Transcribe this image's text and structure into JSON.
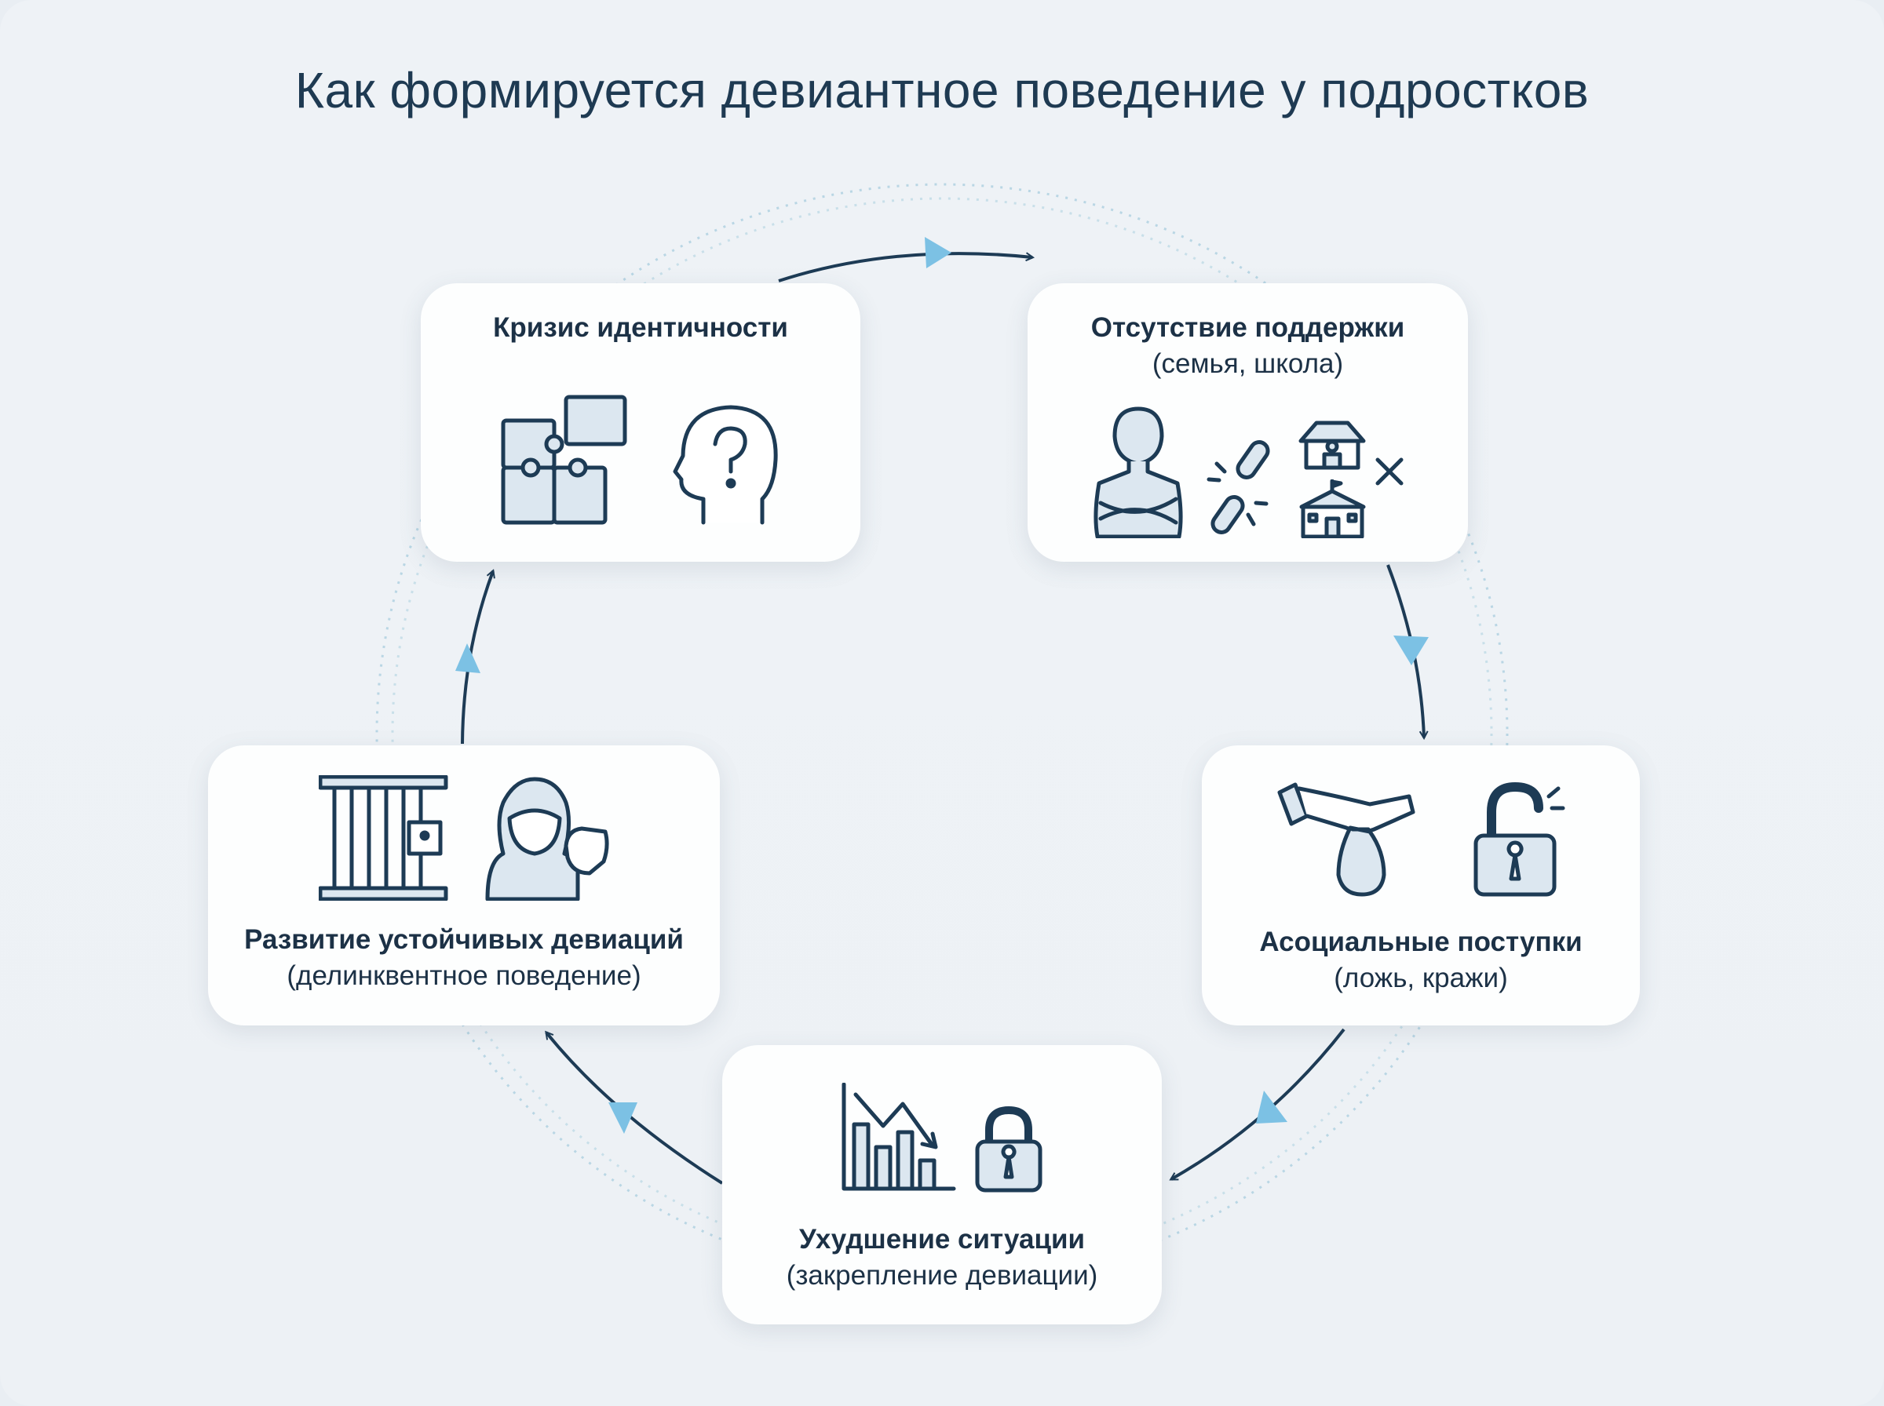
{
  "title": "Как формируется девиантное поведение у подростков",
  "cards": [
    {
      "heading": "Кризис идентичности",
      "subtitle": "",
      "icons": [
        "puzzle-icon",
        "head-question-icon"
      ]
    },
    {
      "heading": "Отсутствие поддержки",
      "subtitle": "(семья, школа)",
      "icons": [
        "person-arms-crossed-icon",
        "broken-chain-icon",
        "house-icon",
        "school-icon",
        "x-icon"
      ]
    },
    {
      "heading": "Асоциальные поступки",
      "subtitle": "(ложь, кражи)",
      "icons": [
        "hand-money-bag-icon",
        "open-padlock-icon"
      ]
    },
    {
      "heading": "Ухудшение ситуации",
      "subtitle": "(закрепление девиации)",
      "icons": [
        "declining-chart-icon",
        "padlock-icon"
      ]
    },
    {
      "heading": "Развитие устойчивых девиаций",
      "subtitle": "(делинквентное поведение)",
      "icons": [
        "prison-bars-icon",
        "hooded-figure-fist-icon"
      ]
    }
  ],
  "colors": {
    "text": "#1c3146",
    "accent": "#6fb6dd",
    "arrow": "#1d3b55",
    "background": "#edf1f5"
  }
}
